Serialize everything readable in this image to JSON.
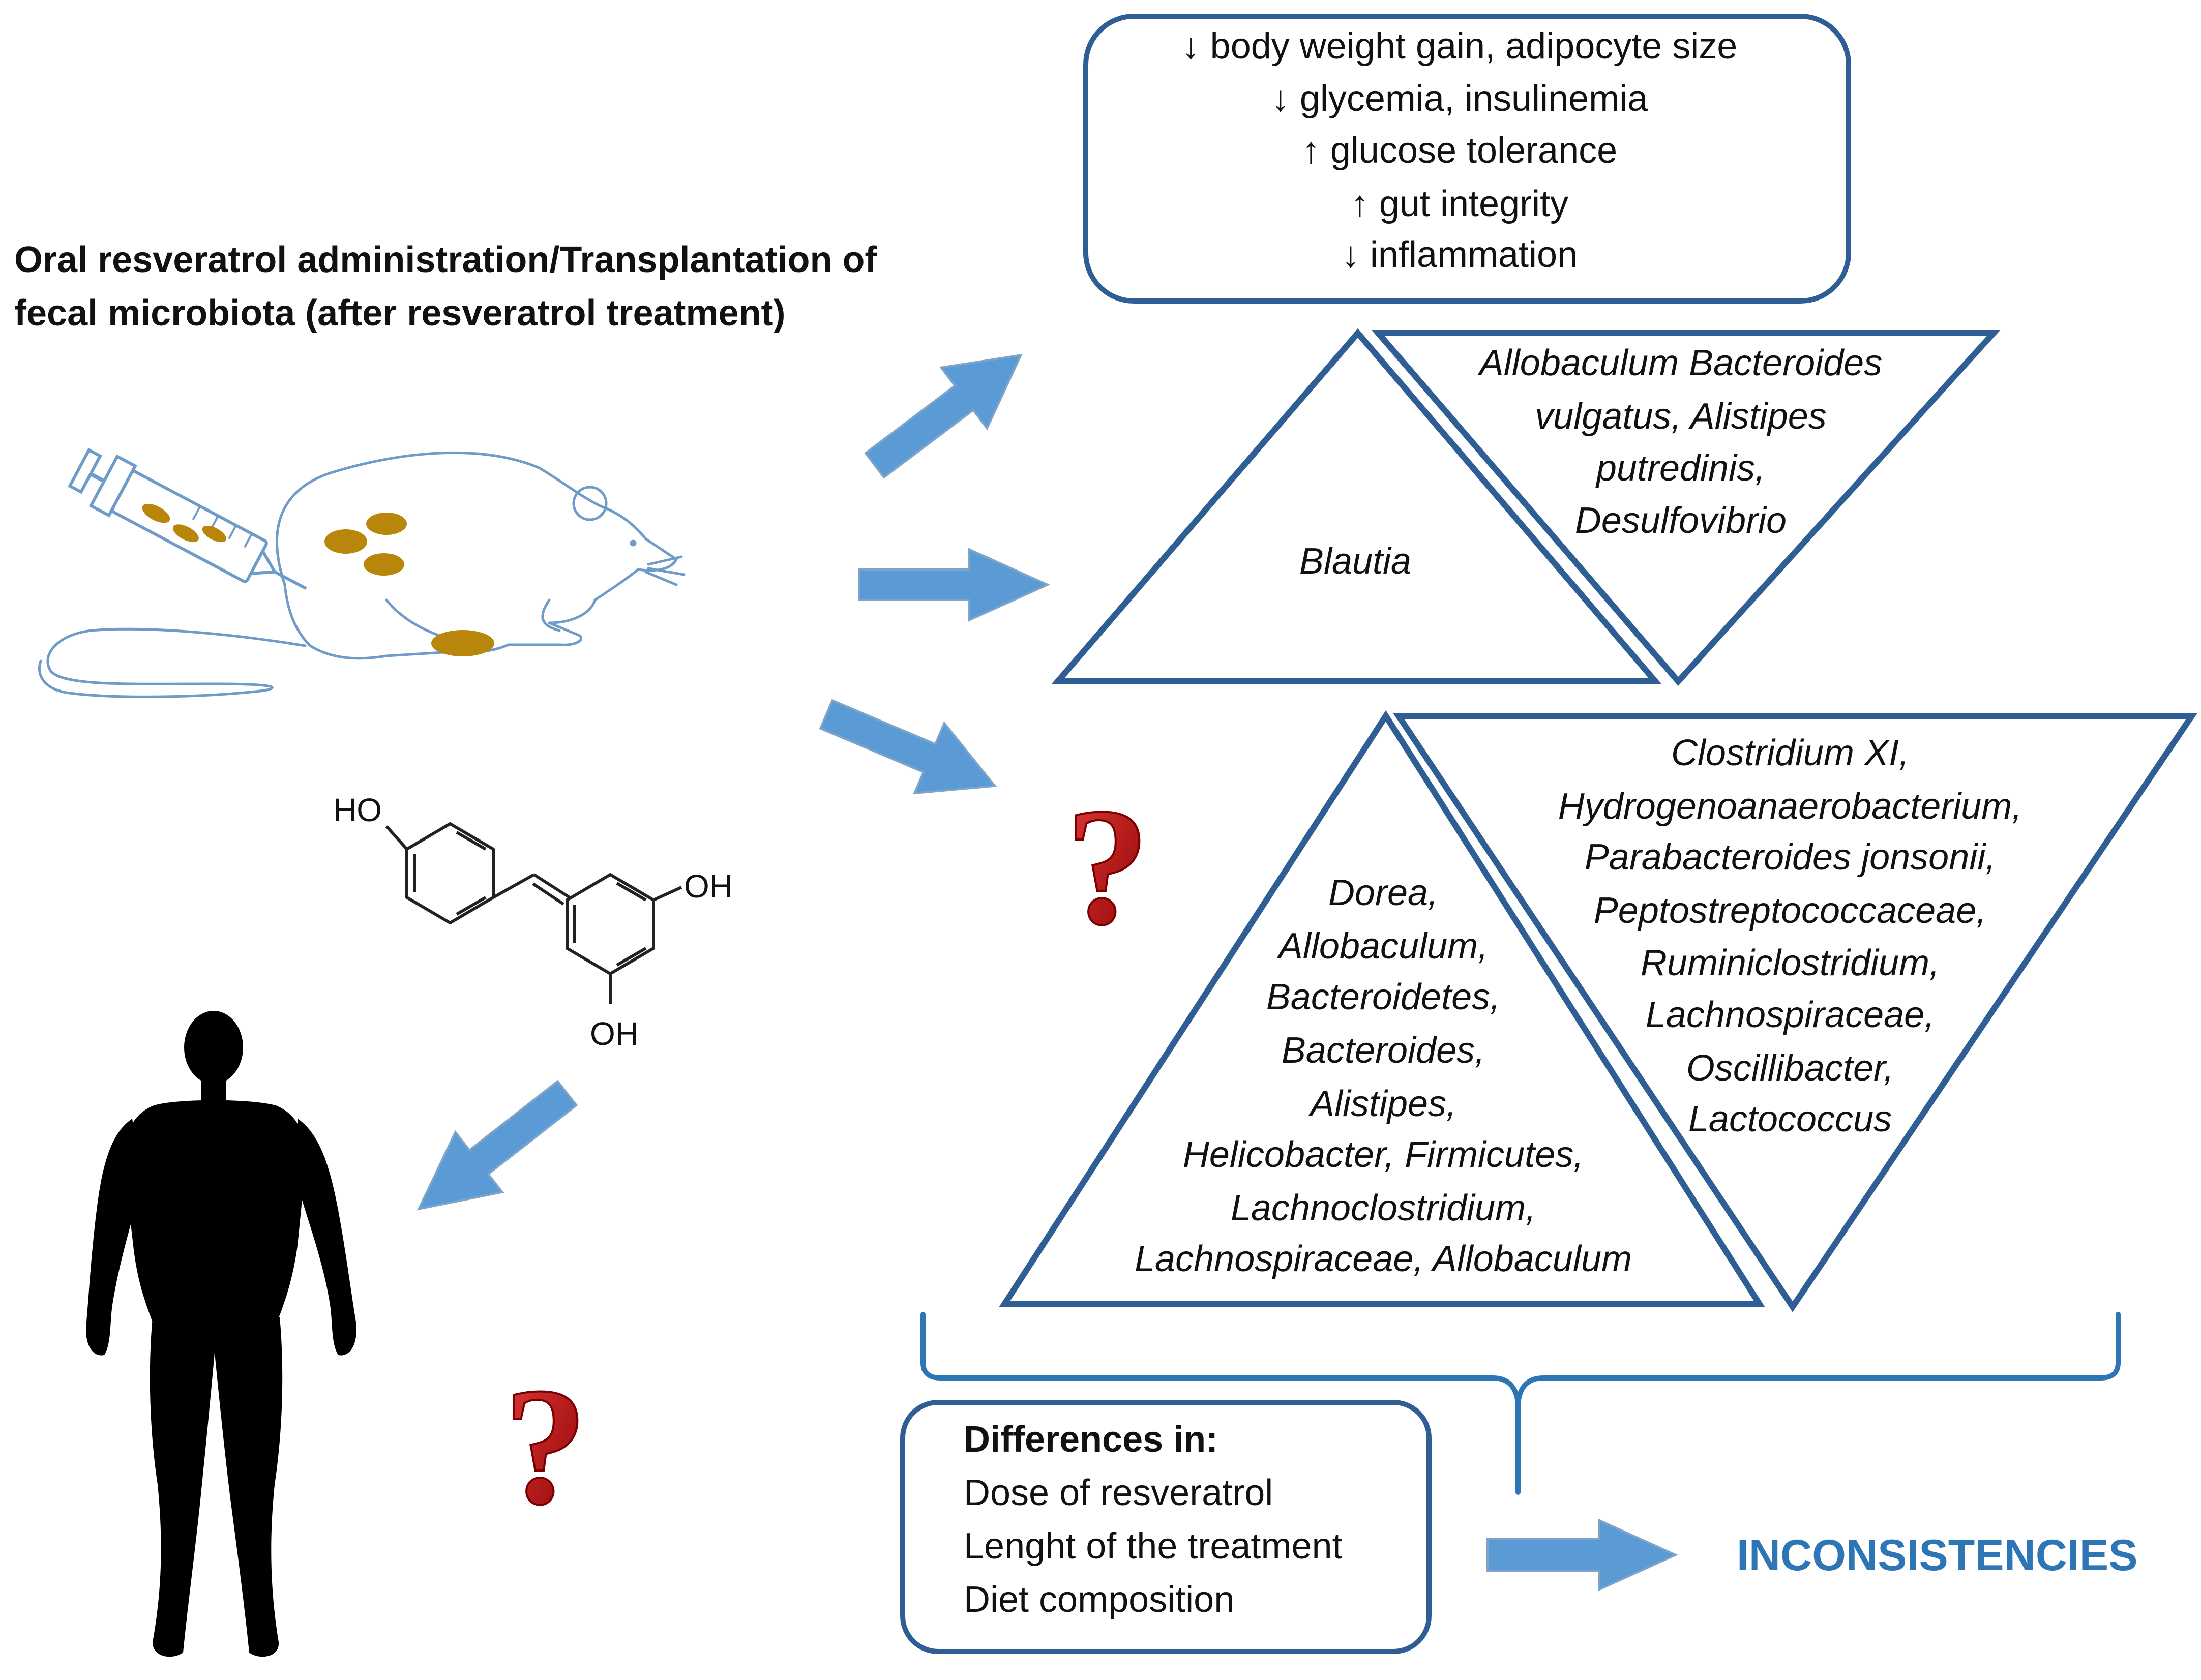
{
  "heading": {
    "line1": "Oral resveratrol administration/Transplantation of",
    "line2": "fecal microbiota (after resveratrol treatment)"
  },
  "effects": [
    "↓ body weight gain, adipocyte size",
    "↓ glycemia, insulinemia",
    "↑ glucose tolerance",
    "↑ gut integrity",
    "↓ inflammation"
  ],
  "pair1": {
    "up_label": "Blautia",
    "down_lines": [
      "Allobaculum Bacteroides",
      "vulgatus, Alistipes",
      "putredinis,",
      "Desulfovibrio"
    ]
  },
  "pair2": {
    "up_lines": [
      "Dorea,",
      "Allobaculum,",
      "Bacteroidetes,",
      "Bacteroides,",
      "Alistipes,",
      "Helicobacter, Firmicutes,",
      "Lachnoclostridium,",
      "Lachnospiraceae, Allobaculum"
    ],
    "down_lines": [
      "Clostridium XI,",
      "Hydrogenoanaerobacterium,",
      "Parabacteroides jonsonii,",
      "Peptostreptococcaceae,",
      "Ruminiclostridium,",
      "Lachnospiraceae,",
      "Oscillibacter,",
      "Lactococcus"
    ]
  },
  "differences": {
    "title": "Differences in:",
    "items": [
      "Dose of resveratrol",
      "Lenght of the treatment",
      "Diet composition"
    ]
  },
  "conclusion": "INCONSISTENCIES",
  "molecule": {
    "oh1": "HO",
    "oh2": "OH",
    "oh3": "OH"
  },
  "question_mark": "?",
  "colors": {
    "accent_blue": "#2F5E95",
    "arrow_blue": "#5B9BD5",
    "pellet": "#B8860B",
    "question_red": "#C00000",
    "conclusion_blue": "#2E75B6",
    "outline_blue": "#7FA4C9"
  }
}
